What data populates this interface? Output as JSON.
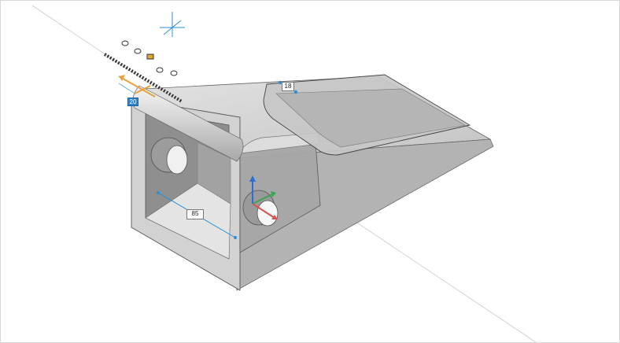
{
  "viewport": {
    "background": "#ffffff",
    "accent": "#2a8fd6"
  },
  "dimensions": {
    "width_value": "85",
    "fillet_value": "18",
    "grip_value": "20"
  },
  "colors": {
    "body_shade_light": "#d6d6d6",
    "body_shade_mid": "#bdbdbd",
    "body_shade_dark": "#9a9a9a",
    "dimension_line": "#2a8fd6",
    "gizmo_orange": "#e8a23a",
    "axis_x": "#d9534f",
    "axis_y": "#3aa655",
    "axis_z": "#2a6fd6"
  },
  "icons": [
    "ucs-crosshair-icon",
    "axis-gizmo-icon",
    "dynamic-dimension-grip-icon",
    "transform-ruler-icon"
  ]
}
